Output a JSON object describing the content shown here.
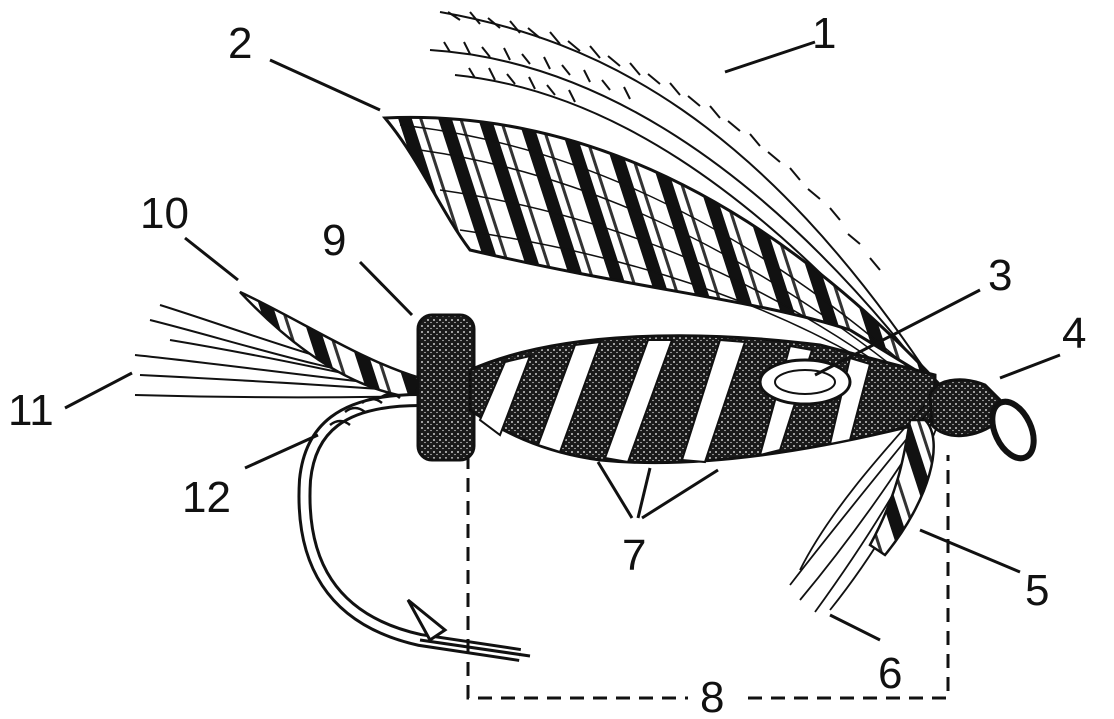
{
  "figure": {
    "ink_color": "#111111",
    "background": "#ffffff",
    "labels": [
      "1",
      "2",
      "3",
      "4",
      "5",
      "6",
      "7",
      "8",
      "9",
      "10",
      "11",
      "12"
    ]
  }
}
